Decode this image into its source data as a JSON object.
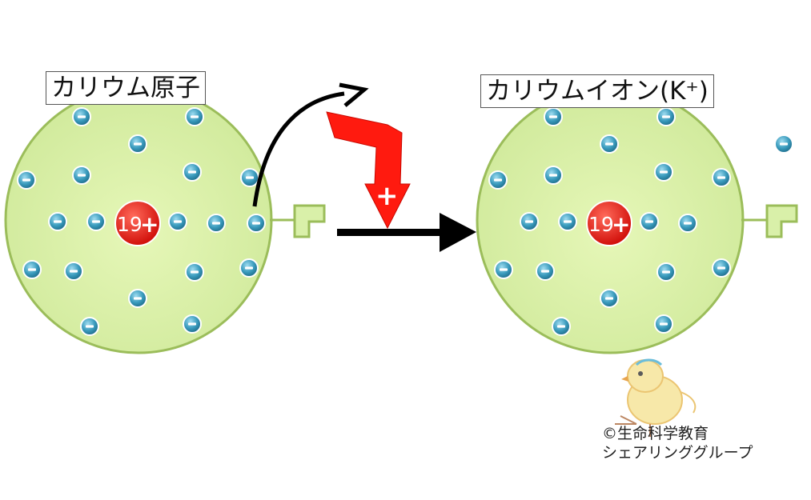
{
  "diagram": {
    "left_label": "カリウム原子",
    "right_label": "カリウムイオン(K⁺)",
    "nucleus_label": "19",
    "plus_symbol": "+",
    "minus_symbol": "−",
    "credit_line1": "©生命科学教育",
    "credit_line2": "シェアリンググループ"
  },
  "colors": {
    "atom_fill": "#d9f0a9",
    "atom_stroke": "#9bbd5a",
    "electron": "#3a9bbd",
    "nucleus": "#e0201b",
    "arrow_black": "#000000",
    "arrow_red": "#ff1a0f"
  }
}
